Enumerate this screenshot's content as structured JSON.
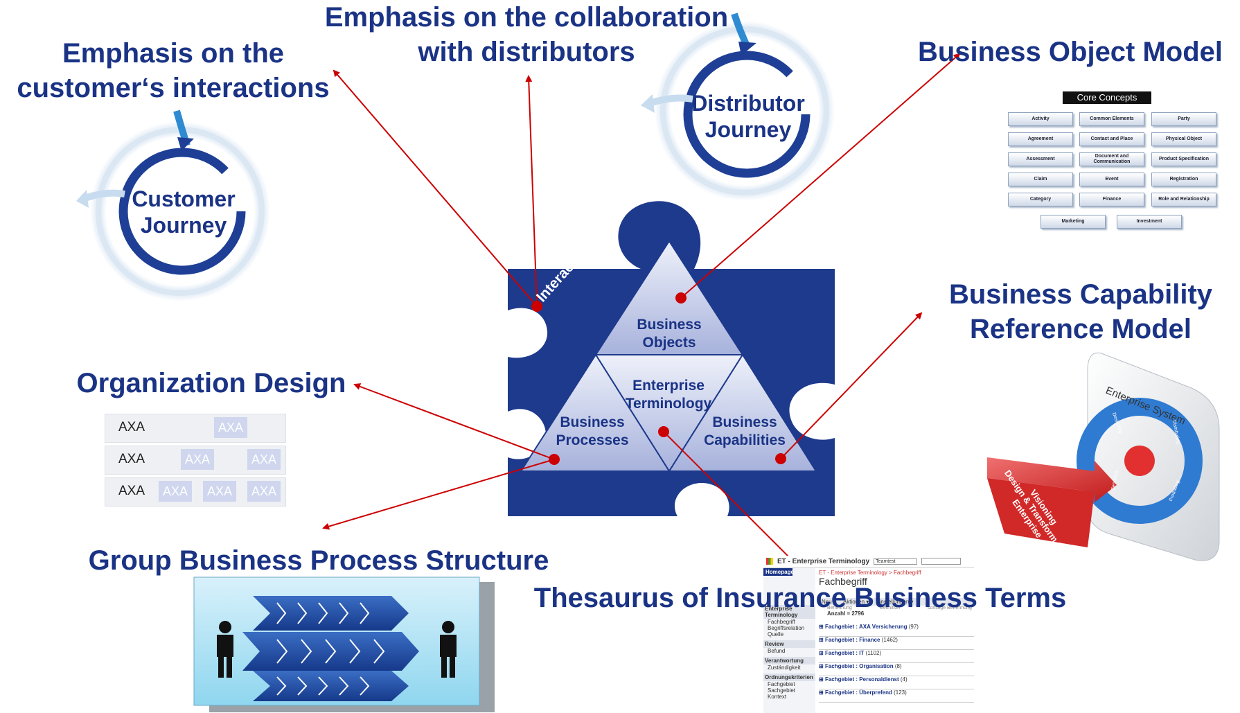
{
  "labels": {
    "customer_interactions": [
      "Emphasis on the",
      "customer‘s interactions"
    ],
    "distributor_collab": [
      "Emphasis on the collaboration",
      "with distributors"
    ],
    "bom": "Business Object Model",
    "bcrm": [
      "Business Capability",
      "Reference Model"
    ],
    "org_design": "Organization Design",
    "gbps": "Group Business Process Structure",
    "thesaurus": "Thesaurus of Insurance Business Terms"
  },
  "journeys": {
    "customer": [
      "Customer",
      "Journey"
    ],
    "distributor": [
      "Distributor",
      "Journey"
    ]
  },
  "puzzle": {
    "interaction": "Interaction",
    "business_objects": [
      "Business",
      "Objects"
    ],
    "enterprise_terminology": [
      "Enterprise",
      "Terminology"
    ],
    "business_processes": [
      "Business",
      "Processes"
    ],
    "business_capabilities": [
      "Business",
      "Capabilities"
    ]
  },
  "core_concepts": {
    "title": "Core Concepts",
    "items": [
      "Activity",
      "Common Elements",
      "Party",
      "Agreement",
      "Contact and Place",
      "Physical Object",
      "Assessment",
      "Document and Communication",
      "Product Specification",
      "Claim",
      "Event",
      "Registration",
      "Category",
      "Finance",
      "Role and Relationship",
      "Marketing",
      "Investment"
    ]
  },
  "org": {
    "rows": [
      "AXA",
      "AXA",
      "AXA"
    ],
    "box": "AXA"
  },
  "enterprise_system": {
    "title": "Enterprise System",
    "arrow_lines": [
      "Visioning",
      "Design & Transform the",
      "Enterprise"
    ],
    "ring": [
      "Designing",
      "Distributing",
      "Servicing",
      "Producing"
    ]
  },
  "et_screen": {
    "app_title": "ET - Enterprise Terminology",
    "dropdown": "Teamtest",
    "home": "Homepage",
    "breadcrumb": "ET - Enterprise Terminology > Fachbegriff",
    "page_title": "Fachbegriff",
    "toolbar": [
      "Neu ▾",
      "Aktionen ▾",
      "Einstellungen ▾"
    ],
    "columns": [
      "Benennung",
      "Definition",
      "sonstige Benennung"
    ],
    "count": "Anzahl = 2796",
    "nav": [
      {
        "head": "Enterprise Terminology",
        "items": [
          "Fachbegriff",
          "Begriffsrelation",
          "Quelle"
        ]
      },
      {
        "head": "Review",
        "items": [
          "Befund"
        ]
      },
      {
        "head": "Verantwortung",
        "items": [
          "Zuständigkeit"
        ]
      },
      {
        "head": "Ordnungskriterien",
        "items": [
          "Fachgebiet",
          "Sachgebiet",
          "Kontext"
        ]
      }
    ],
    "groups": [
      {
        "label": "Fachgebiet : AXA Versicherung",
        "count": "(97)"
      },
      {
        "label": "Fachgebiet : Finance",
        "count": "(1462)"
      },
      {
        "label": "Fachgebiet : IT",
        "count": "(1102)"
      },
      {
        "label": "Fachgebiet : Organisation",
        "count": "(8)"
      },
      {
        "label": "Fachgebiet : Personaldienst",
        "count": "(4)"
      },
      {
        "label": "Fachgebiet : Überprefend",
        "count": "(123)"
      }
    ]
  },
  "colors": {
    "navy": "#1a3385",
    "puzzle": "#1e3a8c",
    "arrow": "#cc0000",
    "triangle_light": "#e4e8f6",
    "triangle_dark": "#a9b4dd"
  }
}
